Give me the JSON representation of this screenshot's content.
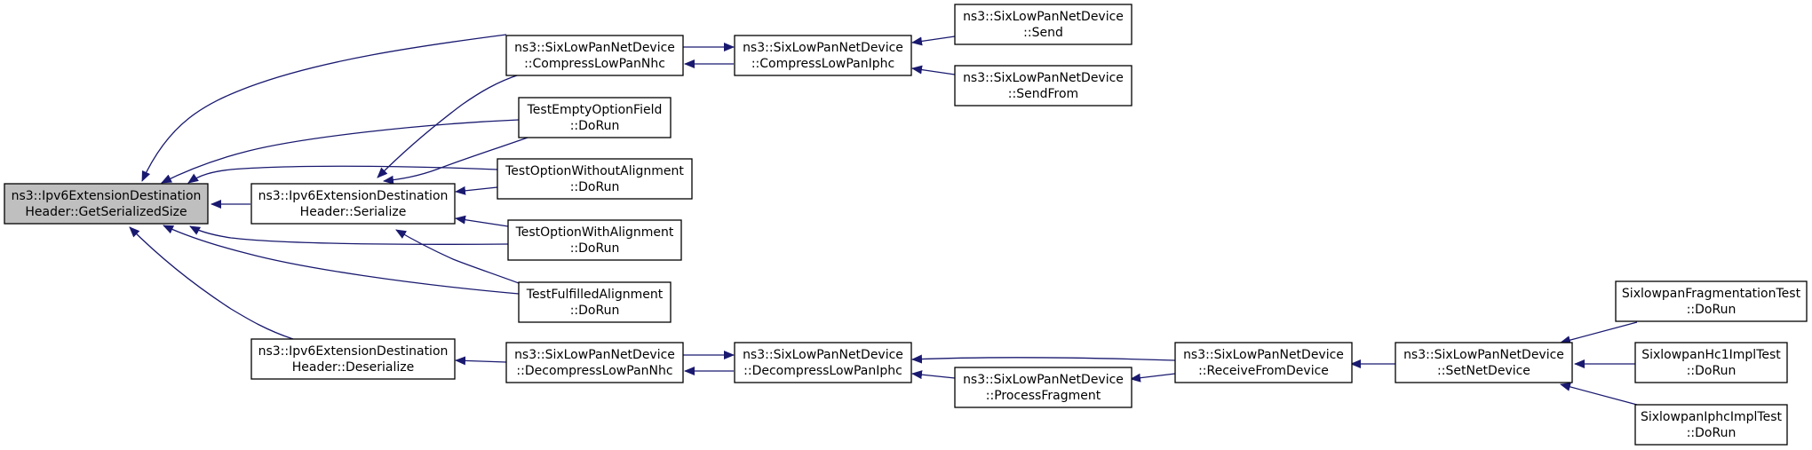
{
  "nodes": [
    {
      "id": "root",
      "lines": [
        "ns3::Ipv6ExtensionDestination",
        "Header::GetSerializedSize"
      ]
    },
    {
      "id": "serialize",
      "lines": [
        "ns3::Ipv6ExtensionDestination",
        "Header::Serialize"
      ]
    },
    {
      "id": "deserialize",
      "lines": [
        "ns3::Ipv6ExtensionDestination",
        "Header::Deserialize"
      ]
    },
    {
      "id": "compressNhc",
      "lines": [
        "ns3::SixLowPanNetDevice",
        "::CompressLowPanNhc"
      ]
    },
    {
      "id": "emptyOpt",
      "lines": [
        "TestEmptyOptionField",
        "::DoRun"
      ]
    },
    {
      "id": "optWithout",
      "lines": [
        "TestOptionWithoutAlignment",
        "::DoRun"
      ]
    },
    {
      "id": "optWith",
      "lines": [
        "TestOptionWithAlignment",
        "::DoRun"
      ]
    },
    {
      "id": "fulfilled",
      "lines": [
        "TestFulfilledAlignment",
        "::DoRun"
      ]
    },
    {
      "id": "compressIphc",
      "lines": [
        "ns3::SixLowPanNetDevice",
        "::CompressLowPanIphc"
      ]
    },
    {
      "id": "send",
      "lines": [
        "ns3::SixLowPanNetDevice",
        "::Send"
      ]
    },
    {
      "id": "sendFrom",
      "lines": [
        "ns3::SixLowPanNetDevice",
        "::SendFrom"
      ]
    },
    {
      "id": "decompressNhc",
      "lines": [
        "ns3::SixLowPanNetDevice",
        "::DecompressLowPanNhc"
      ]
    },
    {
      "id": "decompressIphc",
      "lines": [
        "ns3::SixLowPanNetDevice",
        "::DecompressLowPanIphc"
      ]
    },
    {
      "id": "processFragment",
      "lines": [
        "ns3::SixLowPanNetDevice",
        "::ProcessFragment"
      ]
    },
    {
      "id": "receiveFromDevice",
      "lines": [
        "ns3::SixLowPanNetDevice",
        "::ReceiveFromDevice"
      ]
    },
    {
      "id": "setNetDevice",
      "lines": [
        "ns3::SixLowPanNetDevice",
        "::SetNetDevice"
      ]
    },
    {
      "id": "fragTest",
      "lines": [
        "SixlowpanFragmentationTest",
        "::DoRun"
      ]
    },
    {
      "id": "hc1Test",
      "lines": [
        "SixlowpanHc1ImplTest",
        "::DoRun"
      ]
    },
    {
      "id": "iphcTest",
      "lines": [
        "SixlowpanIphcImplTest",
        "::DoRun"
      ]
    }
  ],
  "colors": {
    "edge": "#191970",
    "root_fill": "#bfbfbf",
    "node_fill": "#ffffff",
    "node_border": "#000000"
  }
}
